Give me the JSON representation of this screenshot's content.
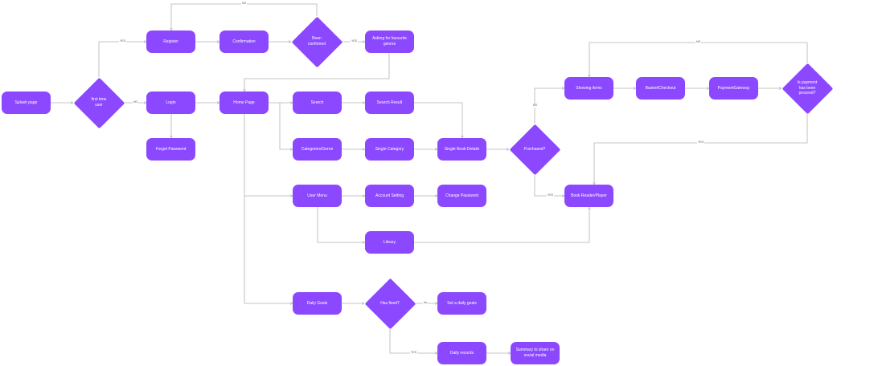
{
  "nodes": {
    "splash": "Splash page",
    "register": "Register",
    "confirmation": "Confirmation",
    "asking_genres": "Asking for favourite\ngenres",
    "login": "Login",
    "forgot_password": "Forgot Password",
    "home": "Home Page",
    "search": "Search",
    "search_result": "Search Result",
    "categories": "Categories/Genre",
    "single_category": "Single Category",
    "single_book": "Single Book Details",
    "user_menu": "User Menu",
    "account_setting": "Account Setting",
    "change_password": "Change Password",
    "library": "Library",
    "daily_goals": "Daily Goals",
    "set_daily_goals": "Set a daily goals",
    "daily_records": "Daily records",
    "summary": "Summary to share on\nsocial media",
    "showing_items": "Showing items",
    "basket": "Basket/Checkout",
    "payment_gateway": "PaymentGateway",
    "book_reader": "Book Reader/Player"
  },
  "decisions": {
    "first_time": "first time\nuser",
    "been_confirmed": "Been\nconfirmed",
    "purchased": "Purchased?",
    "payment_processed": "Is payment\nhas been\nproceed?",
    "has_fixed": "Has fixed?"
  },
  "edge_labels": {
    "yes_register": "YES",
    "no_login": "NO",
    "no_loop_register": "NO",
    "yes_genres": "YES",
    "no_showing": "NO",
    "yes_reader": "YES",
    "no_payment_loop": "NO",
    "yes_payment": "YES",
    "no_set_goals": "No",
    "yes_daily_records": "YES"
  },
  "colors": {
    "node_fill": "#8c48ff",
    "node_text": "#ffffff",
    "connector": "#b3b3b3"
  }
}
